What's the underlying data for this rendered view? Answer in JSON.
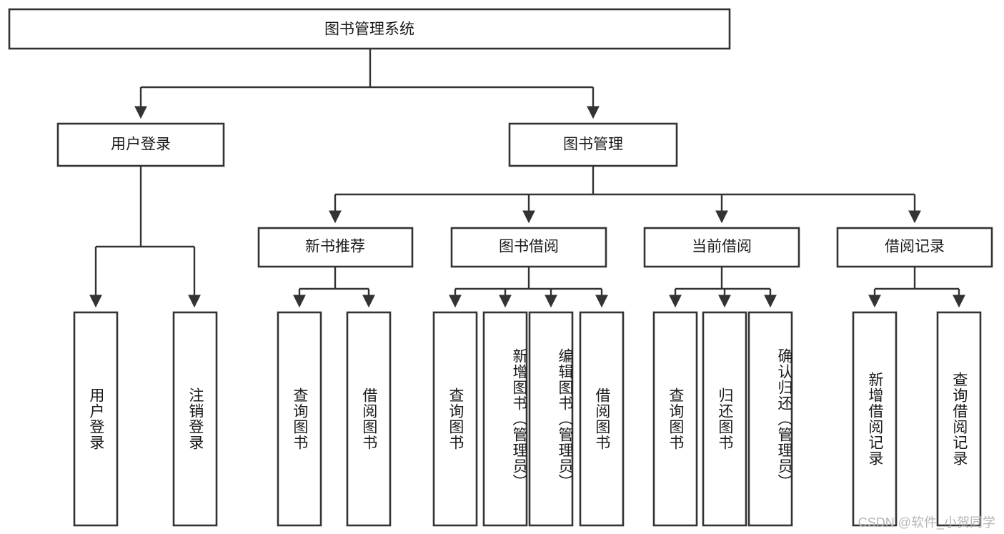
{
  "diagram": {
    "type": "hierarchy-tree",
    "title": "图书管理系统",
    "root": {
      "label": "图书管理系统",
      "orientation": "horizontal"
    },
    "level1": [
      {
        "label": "用户登录",
        "orientation": "horizontal"
      },
      {
        "label": "图书管理",
        "orientation": "horizontal"
      }
    ],
    "level2": [
      {
        "label": "新书推荐",
        "orientation": "horizontal",
        "parent": "图书管理"
      },
      {
        "label": "图书借阅",
        "orientation": "horizontal",
        "parent": "图书管理"
      },
      {
        "label": "当前借阅",
        "orientation": "horizontal",
        "parent": "图书管理"
      },
      {
        "label": "借阅记录",
        "orientation": "horizontal",
        "parent": "图书管理"
      }
    ],
    "leaves": [
      {
        "label": "用户登录",
        "parent": "用户登录",
        "orientation": "vertical"
      },
      {
        "label": "注销登录",
        "parent": "用户登录",
        "orientation": "vertical"
      },
      {
        "label": "查询图书",
        "parent": "新书推荐",
        "orientation": "vertical"
      },
      {
        "label": "借阅图书",
        "parent": "新书推荐",
        "orientation": "vertical"
      },
      {
        "label": "查询图书",
        "parent": "图书借阅",
        "orientation": "vertical"
      },
      {
        "label": "新增图书（管理员）",
        "parent": "图书借阅",
        "orientation": "vertical"
      },
      {
        "label": "编辑图书（管理员）",
        "parent": "图书借阅",
        "orientation": "vertical"
      },
      {
        "label": "借阅图书",
        "parent": "图书借阅",
        "orientation": "vertical"
      },
      {
        "label": "查询图书",
        "parent": "当前借阅",
        "orientation": "vertical"
      },
      {
        "label": "归还图书",
        "parent": "当前借阅",
        "orientation": "vertical"
      },
      {
        "label": "确认归还（管理员）",
        "parent": "当前借阅",
        "orientation": "vertical"
      },
      {
        "label": "新增借阅记录",
        "parent": "借阅记录",
        "orientation": "vertical"
      },
      {
        "label": "查询借阅记录",
        "parent": "借阅记录",
        "orientation": "vertical"
      }
    ],
    "colors": {
      "box_fill": "#ffffff",
      "box_stroke": "#333333",
      "text": "#1a1a1a",
      "connector": "#333333",
      "watermark": "#b6b6b6",
      "background": "#ffffff"
    }
  },
  "watermark": {
    "text": "CSDN @软件_小贺同学"
  }
}
